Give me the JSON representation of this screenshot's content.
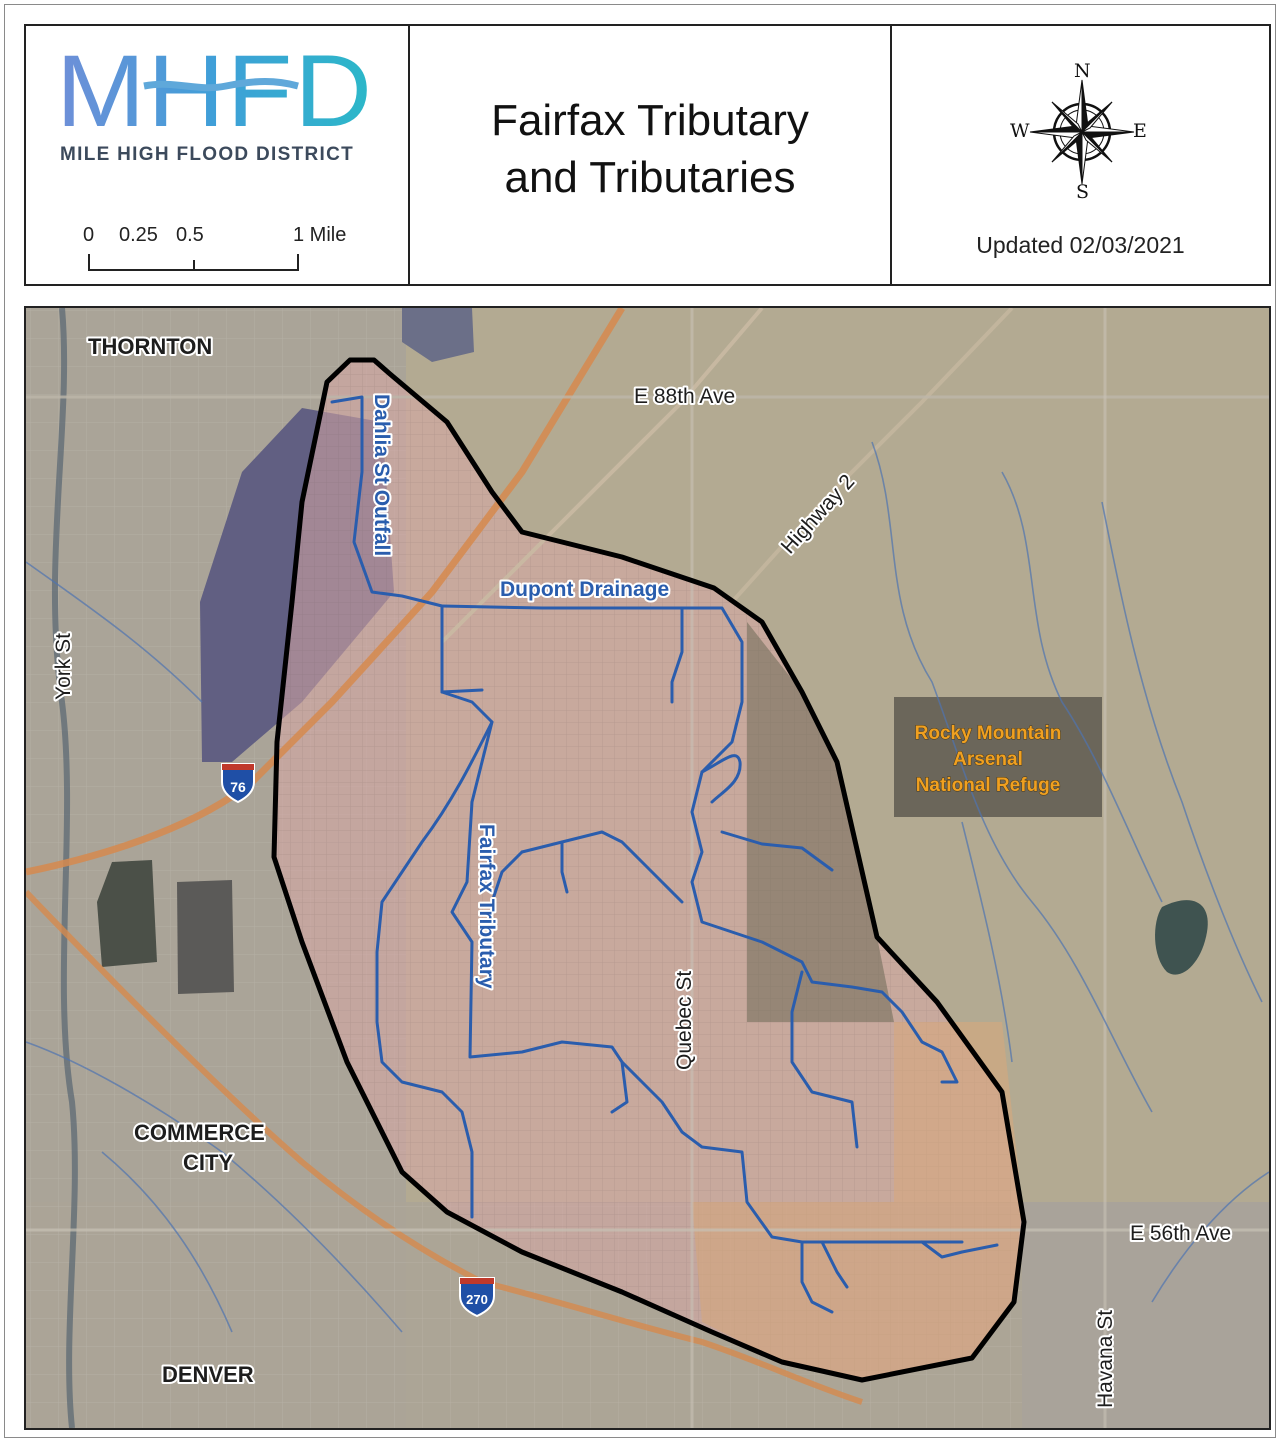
{
  "header": {
    "logo_text": "MHFD",
    "org_name": "MILE HIGH FLOOD DISTRICT",
    "title_line1": "Fairfax Tributary",
    "title_line2": "and Tributaries",
    "updated": "Updated 02/03/2021",
    "compass": {
      "n": "N",
      "s": "S",
      "e": "E",
      "w": "W"
    },
    "scale": {
      "labels": [
        "0",
        "0.25",
        "0.5",
        "1 Mile"
      ]
    }
  },
  "map": {
    "places": {
      "thornton": "THORNTON",
      "commerce_line1": "COMMERCE",
      "commerce_line2": "CITY",
      "denver": "DENVER"
    },
    "refuge": {
      "line1": "Rocky Mountain",
      "line2": "Arsenal",
      "line3": "National Refuge"
    },
    "roads": {
      "e88": "E 88th Ave",
      "hwy2": "Highway 2",
      "york": "York St",
      "quebec": "Quebec St",
      "e56": "E 56th Ave",
      "havana": "Havana St"
    },
    "interstates": {
      "i76": "76",
      "i270": "270"
    },
    "streams": {
      "dahlia": "Dahlia St Outfall",
      "dupont": "Dupont Drainage",
      "fairfax": "Fairfax Tributary"
    },
    "colors": {
      "stream": "#2a5dad",
      "boundary": "#000000",
      "refuge_label": "#f0a020",
      "interstate_shield": "#1f4fa6",
      "highway": "#d88a4e"
    }
  }
}
